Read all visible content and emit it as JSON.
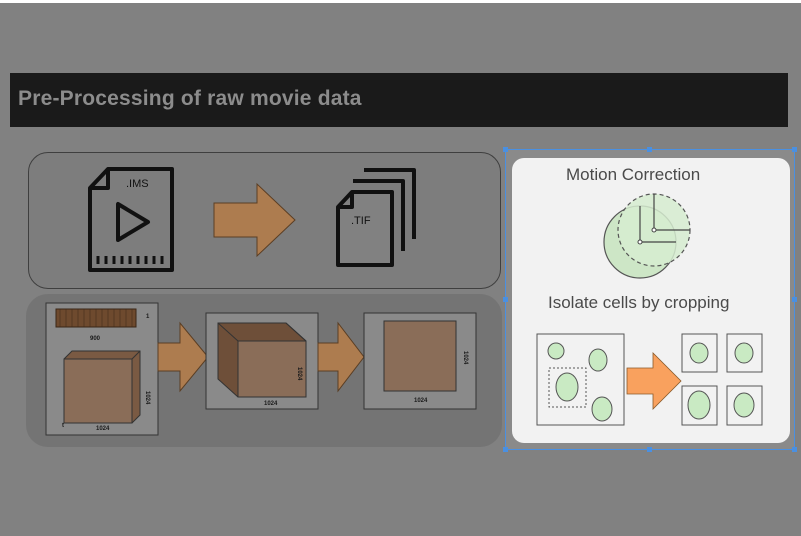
{
  "slide": {
    "title": "Pre-Processing of raw movie data"
  },
  "conversion": {
    "source_format": ".IMS",
    "target_format": ".TIF"
  },
  "stack": {
    "frames_label": "900",
    "frame_count_marker": "1",
    "width_label": "1024",
    "height_label": "1024",
    "depth_label": "t",
    "cube_side_label": "1024",
    "cube_width_label": "1024",
    "projection_width_label": "1024",
    "projection_height_label": "1024"
  },
  "motion_panel": {
    "motion_title": "Motion Correction",
    "crop_title": "Isolate cells by cropping"
  },
  "colors": {
    "arrow_brown": "#ad7c4f",
    "arrow_orange": "#f9a15e",
    "cell_green": "#c9eac3",
    "selection_blue": "#4a90e2"
  }
}
